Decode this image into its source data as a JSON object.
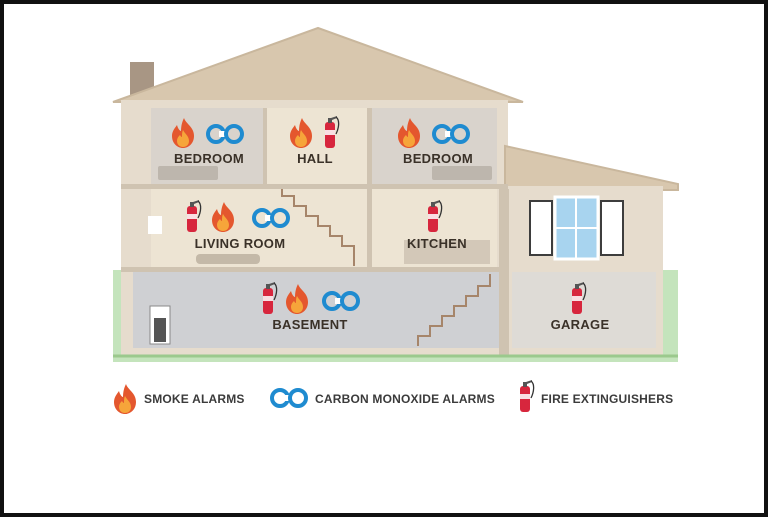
{
  "rooms": {
    "bedroom_left": "BEDROOM",
    "hall": "HALL",
    "bedroom_right": "BEDROOM",
    "living_room": "LIVING ROOM",
    "kitchen": "KITCHEN",
    "basement": "BASEMENT",
    "garage": "GARAGE"
  },
  "legend": {
    "smoke": "SMOKE ALARMS",
    "co": "CARBON MONOXIDE ALARMS",
    "fire": "FIRE EXTINGUISHERS"
  },
  "icons": [
    "smoke-alarm-icon",
    "co-alarm-icon",
    "fire-extinguisher-icon"
  ],
  "colors": {
    "flame_outer": "#e4572e",
    "flame_inner": "#f6a53a",
    "co_blue": "#1f8bd0",
    "extinguisher_red": "#d7263d",
    "house_siding": "#e6dccd",
    "roof": "#d8c7ae",
    "grass": "#7cc46a"
  }
}
